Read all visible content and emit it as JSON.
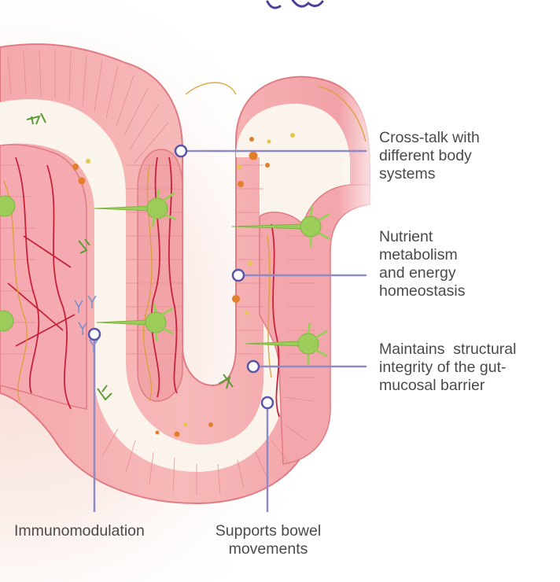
{
  "annotations": {
    "cross_talk": [
      "Cross-talk with",
      "different body",
      "systems"
    ],
    "nutrient": [
      "Nutrient",
      "metabolism",
      "and energy",
      "homeostasis"
    ],
    "barrier": [
      "Maintains  structural",
      "integrity of the gut-",
      "mucosal barrier"
    ],
    "immunomodulation": [
      "Immunomodulation"
    ],
    "bowel": [
      "Supports bowel",
      "movements"
    ]
  },
  "colors": {
    "leader_line": "#8e8ac6",
    "marker_ring": "#5a54a8",
    "epithelium": "#f2a3a7",
    "epithelium_dark": "#d8707a",
    "nucleus": "#e7848c",
    "lumen": "#fbf4ec",
    "neuron": "#9ccd5a",
    "blood_vessel": "#c8223a",
    "nerve_fiber": "#d9a030",
    "particle_orange": "#e37f2a",
    "particle_yellow": "#e2c84a",
    "antibody": "#7a8fc8",
    "title_fragment": "#4b3f9a"
  },
  "icons": {
    "neuron": "neuron-icon",
    "antibody": "antibody-icon",
    "microbe": "microbe-icon"
  }
}
